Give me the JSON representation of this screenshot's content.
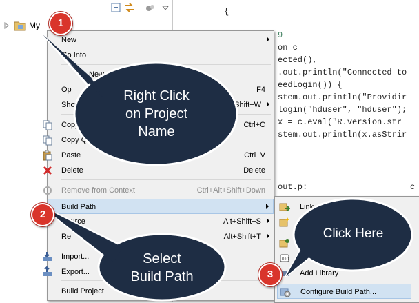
{
  "explorer": {
    "project_name": "My"
  },
  "editor": {
    "lines": [
      "{",
      "9",
      "on c =",
      "ected(), ",
      ".out.println(\"Connected to",
      "eedLogin()) {",
      "stem.out.println(\"Providir",
      "login(\"hduser\", \"hduser\");",
      "x = c.eval(\"R.version.str",
      "stem.out.println(x.asStrir",
      "out.p:",
      "c"
    ]
  },
  "context_menu": {
    "items": [
      {
        "label": "New",
        "shortcut": "",
        "submenu": true
      },
      {
        "label": "Go Into",
        "shortcut": ""
      },
      {
        "label": "New",
        "shortcut": ""
      },
      {
        "label": "Op",
        "shortcut": "F4"
      },
      {
        "label": "Show",
        "shortcut": "t+Shift+W",
        "submenu": true
      },
      {
        "label": "Copy",
        "shortcut": "Ctrl+C"
      },
      {
        "label": "Copy Qu",
        "shortcut": ""
      },
      {
        "label": "Paste",
        "shortcut": "Ctrl+V"
      },
      {
        "label": "Delete",
        "shortcut": "Delete"
      },
      {
        "label": "Remove from Context",
        "shortcut": "Ctrl+Alt+Shift+Down"
      },
      {
        "label": "Build Path",
        "shortcut": "",
        "submenu": true
      },
      {
        "label": "Source",
        "shortcut": "Alt+Shift+S",
        "submenu": true
      },
      {
        "label": "Re",
        "shortcut": "Alt+Shift+T",
        "submenu": true
      },
      {
        "label": "Import...",
        "shortcut": ""
      },
      {
        "label": "Export...",
        "shortcut": ""
      },
      {
        "label": "Build Project",
        "shortcut": ""
      }
    ]
  },
  "submenu": {
    "items": [
      {
        "label": "Link"
      },
      {
        "label": "N"
      },
      {
        "label": ""
      },
      {
        "label": ""
      },
      {
        "label": "Add Library"
      },
      {
        "label": "Configure Build Path..."
      }
    ]
  },
  "callouts": {
    "one": {
      "badge": "1",
      "lines": [
        "Right Click",
        "on Project",
        "Name"
      ]
    },
    "two": {
      "badge": "2",
      "lines": [
        "Select",
        "Build Path"
      ]
    },
    "three": {
      "badge": "3",
      "lines": [
        "Click Here"
      ]
    }
  },
  "colors": {
    "callout_fill": "#1e2d44",
    "badge_fill": "#d9352b",
    "highlight": "#d1e2f2"
  }
}
